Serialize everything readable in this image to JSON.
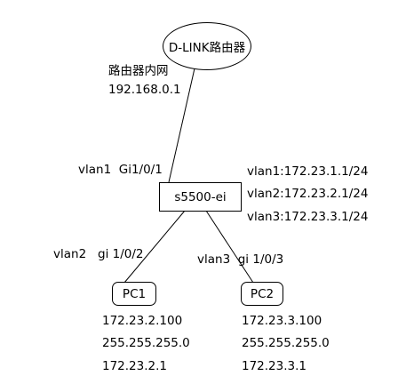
{
  "router": {
    "name": "D-LINK路由器",
    "lan_label": "路由器内网",
    "lan_ip": "192.168.0.1"
  },
  "switch": {
    "name": "s5500-ei",
    "uplink_label": "vlan1  Gi1/0/1",
    "vlan_ips": [
      "vlan1:172.23.1.1/24",
      "vlan2:172.23.2.1/24",
      "vlan3:172.23.3.1/24"
    ]
  },
  "pc1": {
    "name": "PC1",
    "link_label": "vlan2   gi 1/0/2",
    "ip": "172.23.2.100",
    "mask": "255.255.255.0",
    "gateway": "172.23.2.1"
  },
  "pc2": {
    "name": "PC2",
    "link_label": "vlan3  gi 1/0/3",
    "ip": "172.23.3.100",
    "mask": "255.255.255.0",
    "gateway": "172.23.3.1"
  }
}
